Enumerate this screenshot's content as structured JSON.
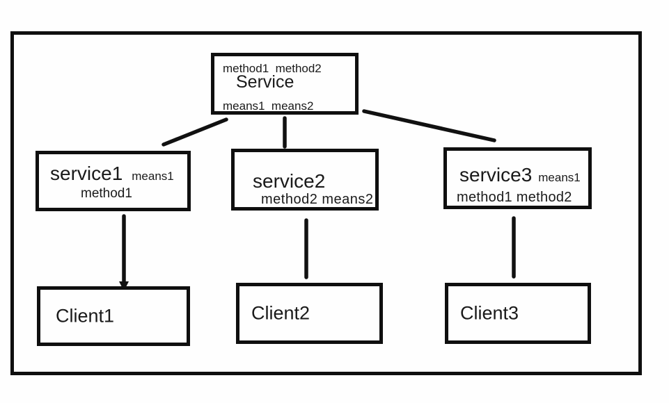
{
  "diagram": {
    "root": {
      "methods_label": "method1  method2",
      "title": "Service",
      "means_label": "means1  means2"
    },
    "services": [
      {
        "title": "service1",
        "means_label": "means1",
        "methods_label": "method1"
      },
      {
        "title": "service2",
        "means_label": "",
        "methods_label": "method2 means2"
      },
      {
        "title": "service3",
        "means_label": "means1",
        "methods_label": "method1 method2"
      }
    ],
    "clients": [
      {
        "label": "Client1"
      },
      {
        "label": "Client2"
      },
      {
        "label": "Client3"
      }
    ],
    "colors": {
      "stroke": "#111111",
      "text": "#1a1a1a",
      "background": "#fefefe"
    }
  }
}
